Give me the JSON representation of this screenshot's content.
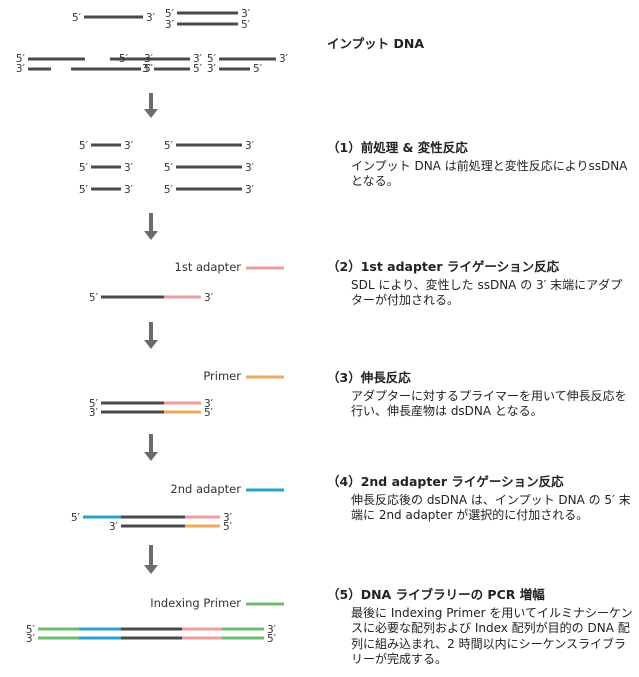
{
  "input": {
    "title": "インプット DNA"
  },
  "steps": [
    {
      "num": "（1）",
      "title": "前処理 & 変性反応",
      "desc": "インプット DNA は前処理と変性反応によりssDNA となる。"
    },
    {
      "num": "（2）",
      "title": "1st adapter ライゲーション反応",
      "desc": "SDL により、変性した ssDNA の 3′ 末端にアダプターが付加される。"
    },
    {
      "num": "（3）",
      "title": "伸長反応",
      "desc": "アダプターに対するプライマーを用いて伸長反応を行い、伸長産物は dsDNA となる。"
    },
    {
      "num": "（4）",
      "title": "2nd adapter ライゲーション反応",
      "desc": "伸長反応後の dsDNA は、インプット DNA の 5′ 末端に 2nd adapter が選択的に付加される。"
    },
    {
      "num": "（5）",
      "title": "DNA ライブラリーの PCR 増幅",
      "desc": "最後に Indexing Primer を用いてイルミナシーケンスに必要な配列および Index 配列が目的の DNA 配列に組み込まれ、2 時間以内にシーケンスライブラリーが完成する。"
    }
  ],
  "legend": {
    "adapter1": "1st adapter",
    "primer": "Primer",
    "adapter2": "2nd adapter",
    "indexing": "Indexing Primer"
  },
  "ends": {
    "five": "5′",
    "three": "3′"
  },
  "colors": {
    "dna": "#4a4a4a",
    "adapter1": "#ee9aa0",
    "primer": "#f0a85a",
    "adapter2": "#2a9fd0",
    "indexing": "#6dbb6b",
    "arrow": "#6b6b6b"
  }
}
